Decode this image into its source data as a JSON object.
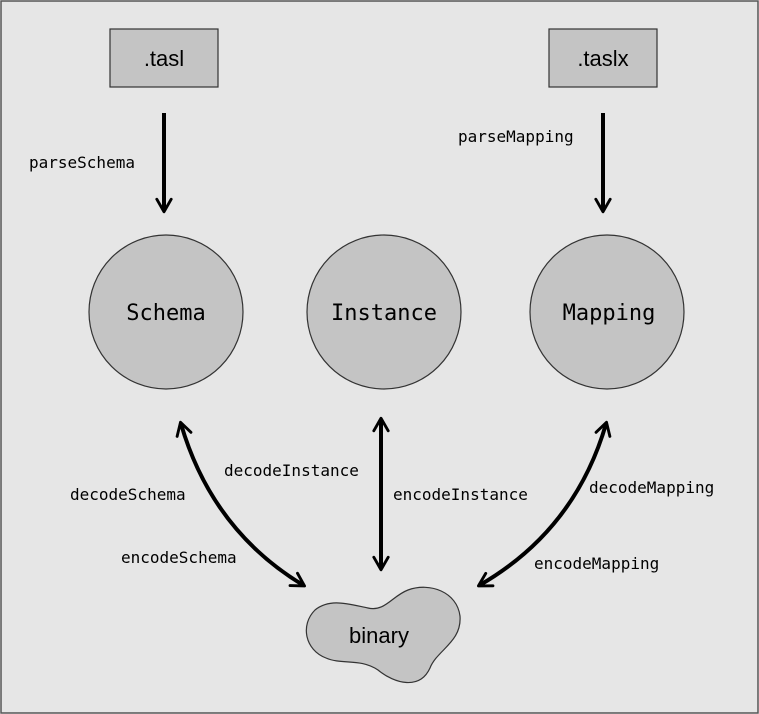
{
  "diagram": {
    "files": {
      "tasl": ".tasl",
      "taslx": ".taslx"
    },
    "nodes": {
      "schema": "Schema",
      "instance": "Instance",
      "mapping": "Mapping",
      "binary": "binary"
    },
    "edges": {
      "parse_schema": "parseSchema",
      "parse_mapping": "parseMapping",
      "decode_schema": "decodeSchema",
      "encode_schema": "encodeSchema",
      "decode_instance": "decodeInstance",
      "encode_instance": "encodeInstance",
      "decode_mapping": "decodeMapping",
      "encode_mapping": "encodeMapping"
    }
  },
  "colors": {
    "background": "#e6e6e6",
    "node_fill": "#c4c4c4",
    "stroke": "#000000",
    "outline": "#555555"
  }
}
